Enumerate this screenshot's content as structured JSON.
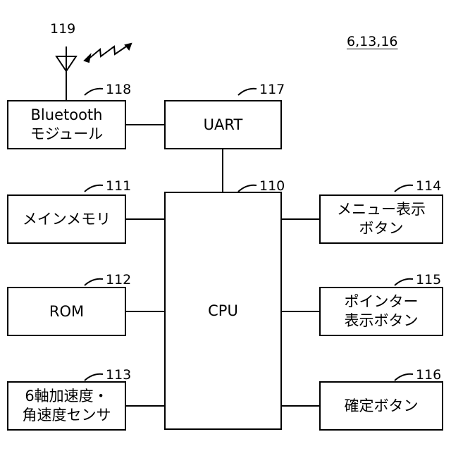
{
  "figure_refs": "6,13,16",
  "antenna_ref": "119",
  "blocks": {
    "bluetooth": {
      "ref": "118",
      "label": "Bluetooth\nモジュール"
    },
    "uart": {
      "ref": "117",
      "label": "UART"
    },
    "cpu": {
      "ref": "110",
      "label": "CPU"
    },
    "main_memory": {
      "ref": "111",
      "label": "メインメモリ"
    },
    "rom": {
      "ref": "112",
      "label": "ROM"
    },
    "sensor": {
      "ref": "113",
      "label": "6軸加速度・\n角速度センサ"
    },
    "menu_button": {
      "ref": "114",
      "label": "メニュー表示\nボタン"
    },
    "pointer_button": {
      "ref": "115",
      "label": "ポインター\n表示ボタン"
    },
    "confirm_button": {
      "ref": "116",
      "label": "確定ボタン"
    }
  }
}
